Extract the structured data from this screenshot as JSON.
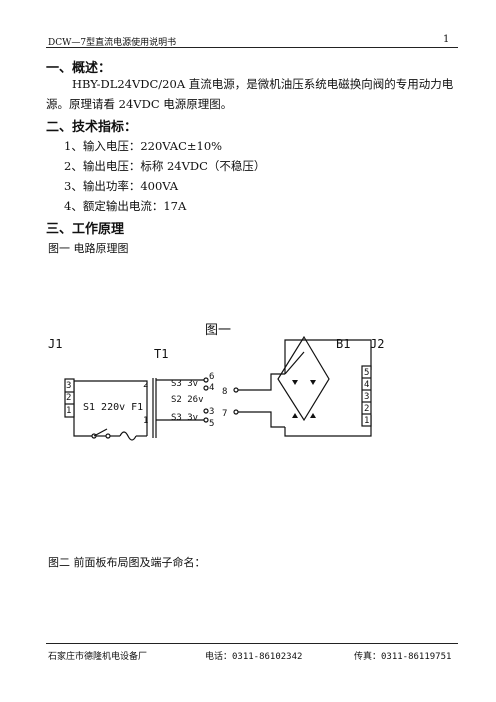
{
  "header": {
    "title": "DCW—7型直流电源使用说明书",
    "page_number": "1"
  },
  "sections": [
    {
      "heading": "一、概述："
    },
    {
      "heading": "二、技术指标："
    },
    {
      "heading": "三、工作原理"
    }
  ],
  "overview": {
    "line1": "HBY-DL24VDC/20A 直流电源，是微机油压系统电磁换向阀的专用动力电",
    "line2": "源。原理请看 24VDC 电源原理图。"
  },
  "specs": [
    "1、输入电压：220VAC±10%",
    "2、输出电压：标称 24VDC（不稳压）",
    "3、输出功率：400VA",
    "4、额定输出电流：17A"
  ],
  "figures": {
    "fig1_caption": "图一  电路原理图",
    "fig1_label": "图一",
    "fig2_caption": "图二  前面板布局图及端子命名："
  },
  "diagram": {
    "j1": "J1",
    "t1": "T1",
    "b1": "B1",
    "j2": "J2",
    "primary": "S1 220v F1",
    "j1_pins": [
      "3",
      "2",
      "1"
    ],
    "prim_pin_top": "2",
    "prim_pin_bottom": "1",
    "windings": [
      "S3 3v",
      "S2 26v",
      "S3 3v"
    ],
    "out_pins": [
      "6",
      "4",
      "3",
      "5"
    ],
    "bridge_pins": [
      "8",
      "7"
    ],
    "j2_pins": [
      "5",
      "4",
      "3",
      "2",
      "1"
    ]
  },
  "footer": {
    "company": "石家庄市德隆机电设备厂",
    "phone": "电话：0311-86102342",
    "fax": "传真：0311-86119751"
  }
}
